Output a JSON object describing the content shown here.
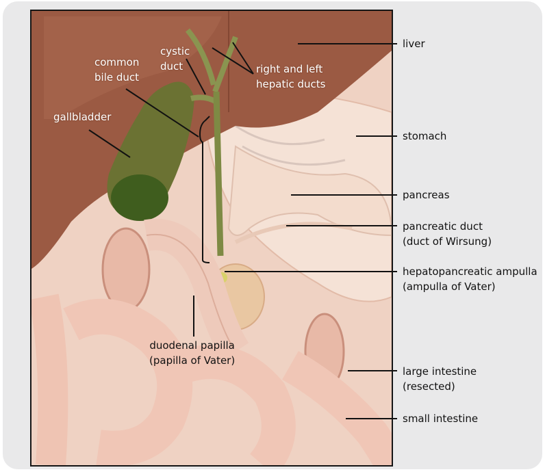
{
  "labels": {
    "cystic_duct": [
      "cystic",
      "duct"
    ],
    "common_bile_duct": [
      "common",
      "bile duct"
    ],
    "right_left_hepatic": [
      "right and left",
      "hepatic ducts"
    ],
    "gallbladder": "gallbladder",
    "liver": "liver",
    "stomach": "stomach",
    "pancreas": "pancreas",
    "pancreatic_duct": [
      "pancreatic duct",
      "(duct of Wirsung)"
    ],
    "hepatopancreatic_ampulla": [
      "hepatopancreatic ampulla",
      "(ampulla of Vater)"
    ],
    "duodenal_papilla": [
      "duodenal papilla",
      "(papilla of Vater)"
    ],
    "large_intestine": [
      "large intestine",
      "(resected)"
    ],
    "small_intestine": "small intestine"
  },
  "colors": {
    "liver": "#9b5a43",
    "gallbladder": "#5c6c2c",
    "pancreas": "#f1d0bd",
    "intestine": "#f0c6b6",
    "leader": "#111111"
  }
}
